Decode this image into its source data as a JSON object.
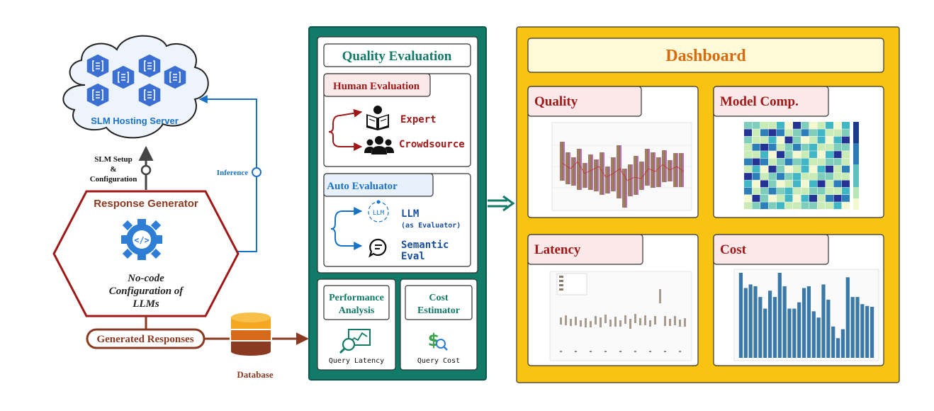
{
  "left": {
    "cloud_label": "SLM Hosting Server",
    "setup_label_1": "SLM Setup",
    "setup_label_2": "&",
    "setup_label_3": "Configuration",
    "inference_label": "Inference",
    "response_generator": "Response Generator",
    "nocode_1": "No-code",
    "nocode_2": "Configuration of",
    "nocode_3": "LLMs",
    "generated_responses": "Generated Responses",
    "database": "Database"
  },
  "quality_eval": {
    "title": "Quality Evaluation",
    "human_title": "Human Evaluation",
    "expert": "Expert",
    "crowdsource": "Crowdsource",
    "auto_title": "Auto Evaluator",
    "llm": "LLM",
    "llm_sub": "(as Evaluator)",
    "llm_icon_text": "LLM",
    "semantic_1": "Semantic",
    "semantic_2": "Eval",
    "perf_1": "Performance",
    "perf_2": "Analysis",
    "query_latency": "Query Latency",
    "cost_est_1": "Cost",
    "cost_est_2": "Estimator",
    "query_cost": "Query Cost"
  },
  "dashboard": {
    "title": "Dashboard",
    "quality": "Quality",
    "model_comp": "Model Comp.",
    "latency": "Latency",
    "cost": "Cost"
  },
  "colors": {
    "teal": "#127a68",
    "gold": "#f9c411",
    "dark_red": "#a01818",
    "brown": "#8b3a22",
    "blue": "#1a72c8",
    "bar_blue": "#3a78a8"
  },
  "chart_data": {
    "type": "bar",
    "values": [
      95,
      78,
      82,
      80,
      68,
      55,
      75,
      68,
      95,
      80,
      55,
      55,
      62,
      78,
      80,
      52,
      45,
      82,
      65,
      35,
      22,
      32,
      90,
      68,
      68,
      60,
      58,
      57
    ]
  }
}
